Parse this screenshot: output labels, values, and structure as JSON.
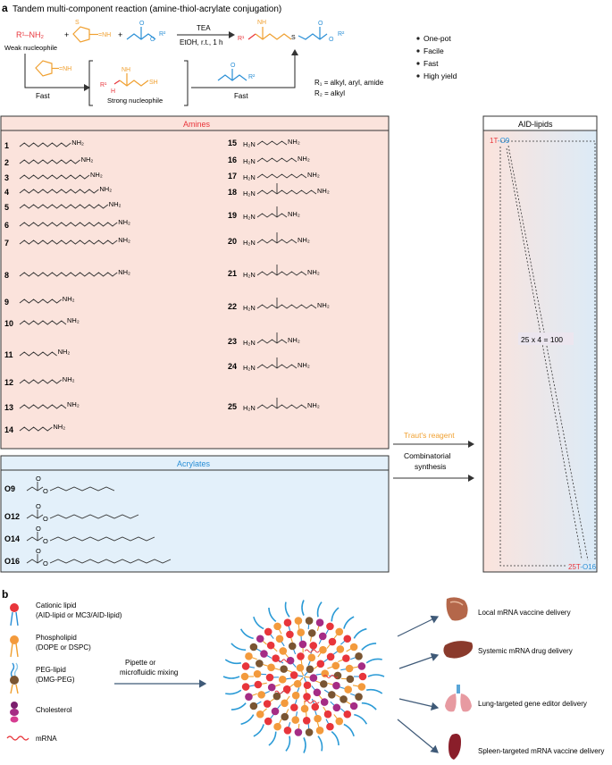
{
  "panel_a": {
    "letter": "a",
    "title": "Tandem multi-component reaction (amine-thiol-acrylate conjugation)",
    "reagent_amine": "R¹–NH₂",
    "weak_nucleophile": "Weak nucleophile",
    "strong_nucleophile": "Strong nucleophile",
    "conditions_top": "TEA",
    "conditions_bottom": "EtOH, r.t., 1 h",
    "fast_1": "Fast",
    "fast_2": "Fast",
    "r_defs": [
      "R₁ = alkyl, aryl, amide",
      "R₂ = alkyl"
    ],
    "features": [
      "One-pot",
      "Facile",
      "Fast",
      "High yield"
    ],
    "amines_title": "Amines",
    "amines_left": [
      {
        "n": "1"
      },
      {
        "n": "2"
      },
      {
        "n": "3"
      },
      {
        "n": "4"
      },
      {
        "n": "5"
      },
      {
        "n": "6"
      },
      {
        "n": "7"
      },
      {
        "n": "8"
      },
      {
        "n": "9"
      },
      {
        "n": "10"
      },
      {
        "n": "11"
      },
      {
        "n": "12"
      },
      {
        "n": "13"
      },
      {
        "n": "14"
      }
    ],
    "amines_right": [
      {
        "n": "15"
      },
      {
        "n": "16"
      },
      {
        "n": "17"
      },
      {
        "n": "18"
      },
      {
        "n": "19"
      },
      {
        "n": "20"
      },
      {
        "n": "21"
      },
      {
        "n": "22"
      },
      {
        "n": "23"
      },
      {
        "n": "24"
      },
      {
        "n": "25"
      }
    ],
    "acrylates_title": "Acrylates",
    "acrylates": [
      {
        "n": "O9"
      },
      {
        "n": "O12"
      },
      {
        "n": "O14"
      },
      {
        "n": "O16"
      }
    ],
    "trauts": "Traut's reagent",
    "combinatorial": [
      "Combinatorial",
      "synthesis"
    ],
    "aid_title": "AID-lipids",
    "aid_first_a": "1T",
    "aid_first_b": "-O9",
    "aid_last_a": "25T",
    "aid_last_b": "-O16",
    "aid_count": "25 x 4 = 100"
  },
  "panel_b": {
    "letter": "b",
    "legend": [
      {
        "label1": "Cationic lipid",
        "label2": "(AID-lipid or MC3/AID-lipid)"
      },
      {
        "label1": "Phospholipid",
        "label2": "(DOPE or DSPC)"
      },
      {
        "label1": "PEG-lipid",
        "label2": "(DMG-PEG)"
      },
      {
        "label1": "Cholesterol",
        "label2": ""
      },
      {
        "label1": "mRNA",
        "label2": ""
      }
    ],
    "mixing": [
      "Pipette or",
      "microfluidic mixing"
    ],
    "applications": [
      "Local mRNA vaccine delivery",
      "Systemic mRNA drug delivery",
      "Lung-targeted gene editor delivery",
      "Spleen-targeted mRNA vaccine delivery"
    ]
  },
  "colors": {
    "red": "#e8353b",
    "orange": "#f0a030",
    "blue": "#2a8fd6",
    "amine_bg": "#fbe3dc",
    "acrylate_bg": "#e3f0fa"
  }
}
